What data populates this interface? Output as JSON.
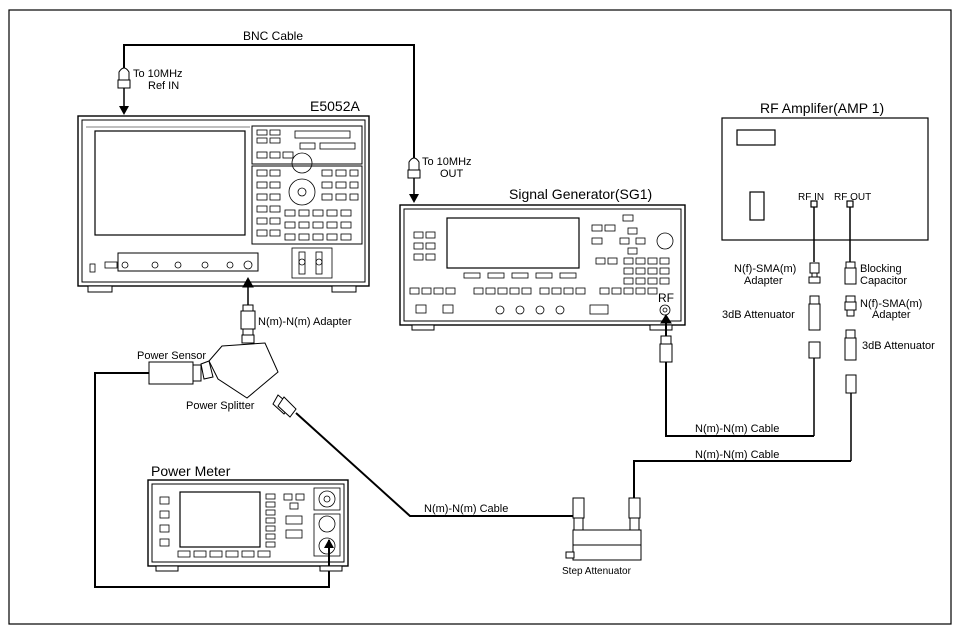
{
  "labels": {
    "bnc_cable": "BNC Cable",
    "ref_in_line1": "To 10MHz",
    "ref_in_line2": "Ref IN",
    "out_line1": "To 10MHz",
    "out_line2": "OUT",
    "e5052a": "E5052A",
    "signal_generator": "Signal Generator(SG1)",
    "rf_amplifier": "RF Amplifer(AMP 1)",
    "rf_in": "RF IN",
    "rf_out": "RF OUT",
    "rf": "RF",
    "nf_sma_adapter_left_1": "N(f)-SMA(m)",
    "nf_sma_adapter_left_2": "Adapter",
    "blocking_capacitor_1": "Blocking",
    "blocking_capacitor_2": "Capacitor",
    "attenuator_left": "3dB Attenuator",
    "nf_sma_adapter_right_1": "N(f)-SMA(m)",
    "nf_sma_adapter_right_2": "Adapter",
    "attenuator_right": "3dB Attenuator",
    "nm_nm_adapter": "N(m)-N(m) Adapter",
    "power_sensor": "Power Sensor",
    "power_splitter": "Power Splitter",
    "power_meter": "Power Meter",
    "cable_splitter": "N(m)-N(m) Cable",
    "cable_sg": "N(m)-N(m) Cable",
    "cable_amp": "N(m)-N(m) Cable",
    "step_attenuator": "Step Attenuator"
  }
}
